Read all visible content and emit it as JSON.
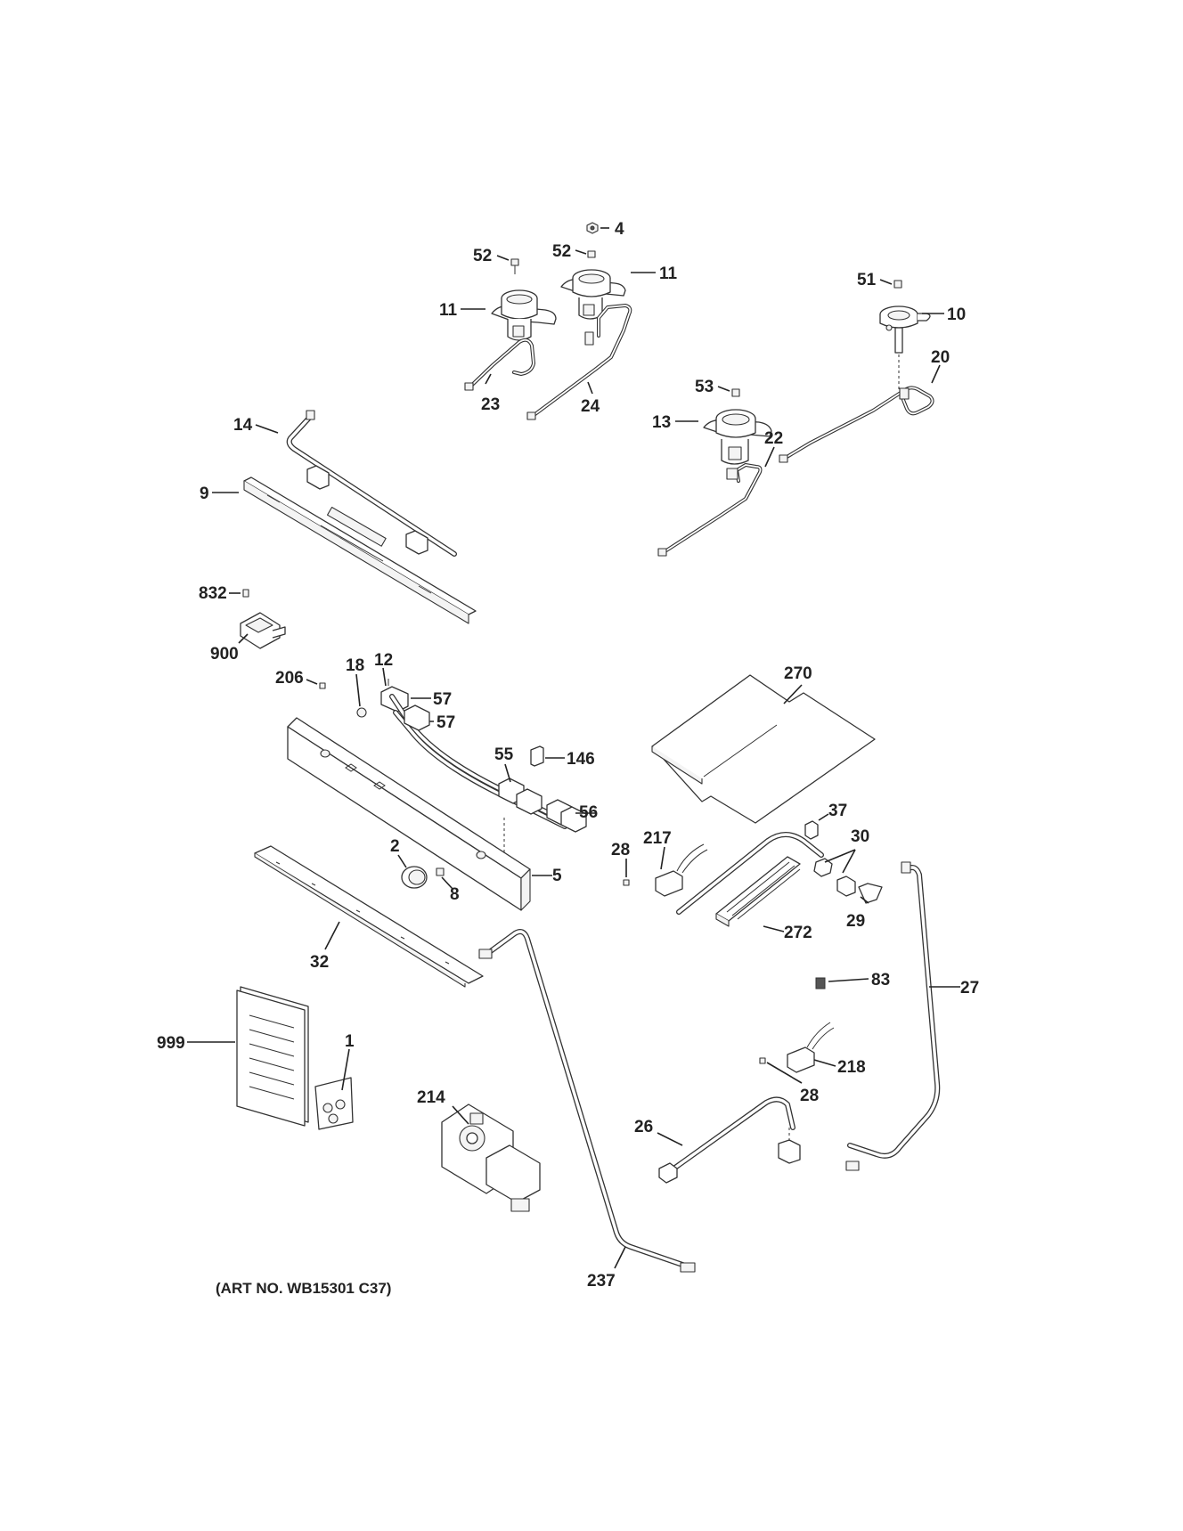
{
  "art_number": "(ART NO. WB15301 C37)",
  "labels": {
    "l4": "4",
    "l52a": "52",
    "l52b": "52",
    "l11a": "11",
    "l11b": "11",
    "l51": "51",
    "l10": "10",
    "l20": "20",
    "l23": "23",
    "l24": "24",
    "l53": "53",
    "l13": "13",
    "l22": "22",
    "l14": "14",
    "l9": "9",
    "l832": "832",
    "l900": "900",
    "l206": "206",
    "l18": "18",
    "l12": "12",
    "l57a": "57",
    "l57b": "57",
    "l55": "55",
    "l146": "146",
    "l56": "56",
    "l270": "270",
    "l37": "37",
    "l30": "30",
    "l217": "217",
    "l28a": "28",
    "l29": "29",
    "l272": "272",
    "l2": "2",
    "l8": "8",
    "l5": "5",
    "l32": "32",
    "l83": "83",
    "l27": "27",
    "l999": "999",
    "l1": "1",
    "l218": "218",
    "l28b": "28",
    "l214": "214",
    "l26": "26",
    "l237": "237"
  }
}
